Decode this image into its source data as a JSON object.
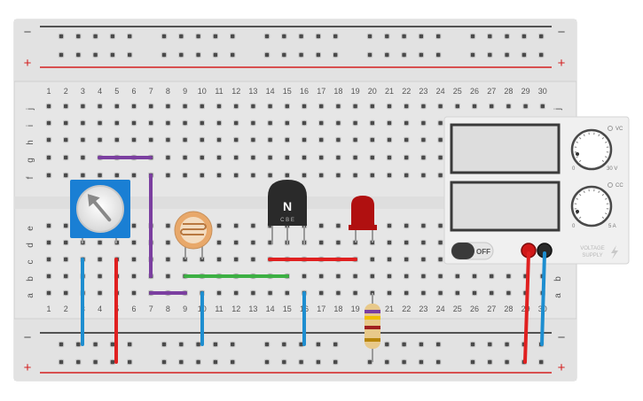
{
  "rails": {
    "minus": "−",
    "plus": "+"
  },
  "columns": [
    "1",
    "2",
    "3",
    "4",
    "5",
    "6",
    "7",
    "8",
    "9",
    "10",
    "11",
    "12",
    "13",
    "14",
    "15",
    "16",
    "17",
    "18",
    "19",
    "20",
    "21",
    "22",
    "23",
    "24",
    "25",
    "26",
    "27",
    "28",
    "29",
    "30"
  ],
  "rows_top": [
    "j",
    "i",
    "h",
    "g",
    "f"
  ],
  "rows_bottom": [
    "e",
    "d",
    "c",
    "b",
    "a"
  ],
  "transistor": {
    "type_label": "N",
    "pins": "C B E"
  },
  "power_supply": {
    "knob_top_label": "VC",
    "knob_top_min": "0",
    "knob_top_max": "30 V",
    "knob_bottom_label": "CC",
    "knob_bottom_min": "0",
    "knob_bottom_max": "5 A",
    "switch_label": "OFF",
    "title_line1": "VOLTAGE",
    "title_line2": "SUPPLY",
    "bolt_icon": "lightning-icon"
  },
  "colors": {
    "board": "#e8e8e8",
    "wire_blue": "#1e8ed0",
    "wire_red": "#e02020",
    "wire_green": "#3cb043",
    "wire_purple": "#7b3fa0",
    "potentiometer": "#1a7fd4",
    "led": "#b01010"
  }
}
